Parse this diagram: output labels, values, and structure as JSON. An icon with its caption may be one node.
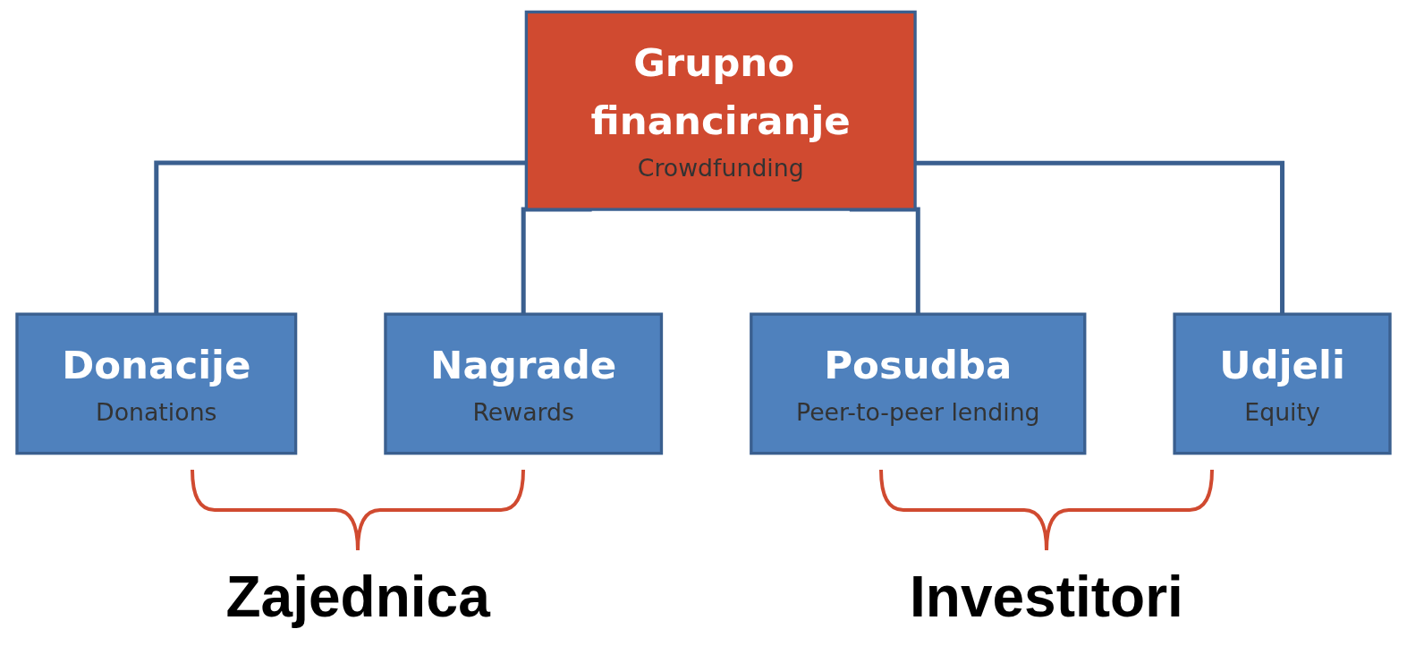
{
  "diagram": {
    "nodes": [
      {
        "text": [
          "Grupno financiranje",
          "Crowdfunding"
        ]
      },
      {
        "text": [
          "Donacije",
          "Donations"
        ]
      },
      {
        "text": [
          "Nagrade",
          "Rewards"
        ]
      },
      {
        "text": [
          "Posudba",
          "Peer-to-peer lending"
        ]
      },
      {
        "text": [
          "Udjeli",
          "Equity"
        ]
      }
    ],
    "edges": [
      {
        "from": 0,
        "to": 1,
        "arrow": "none"
      },
      {
        "from": 0,
        "to": 2,
        "arrow": "none"
      },
      {
        "from": 0,
        "to": 3,
        "arrow": "none"
      },
      {
        "from": 0,
        "to": 4,
        "arrow": "none"
      }
    ],
    "labels": [
      "Zajednica",
      "Investitori"
    ]
  }
}
